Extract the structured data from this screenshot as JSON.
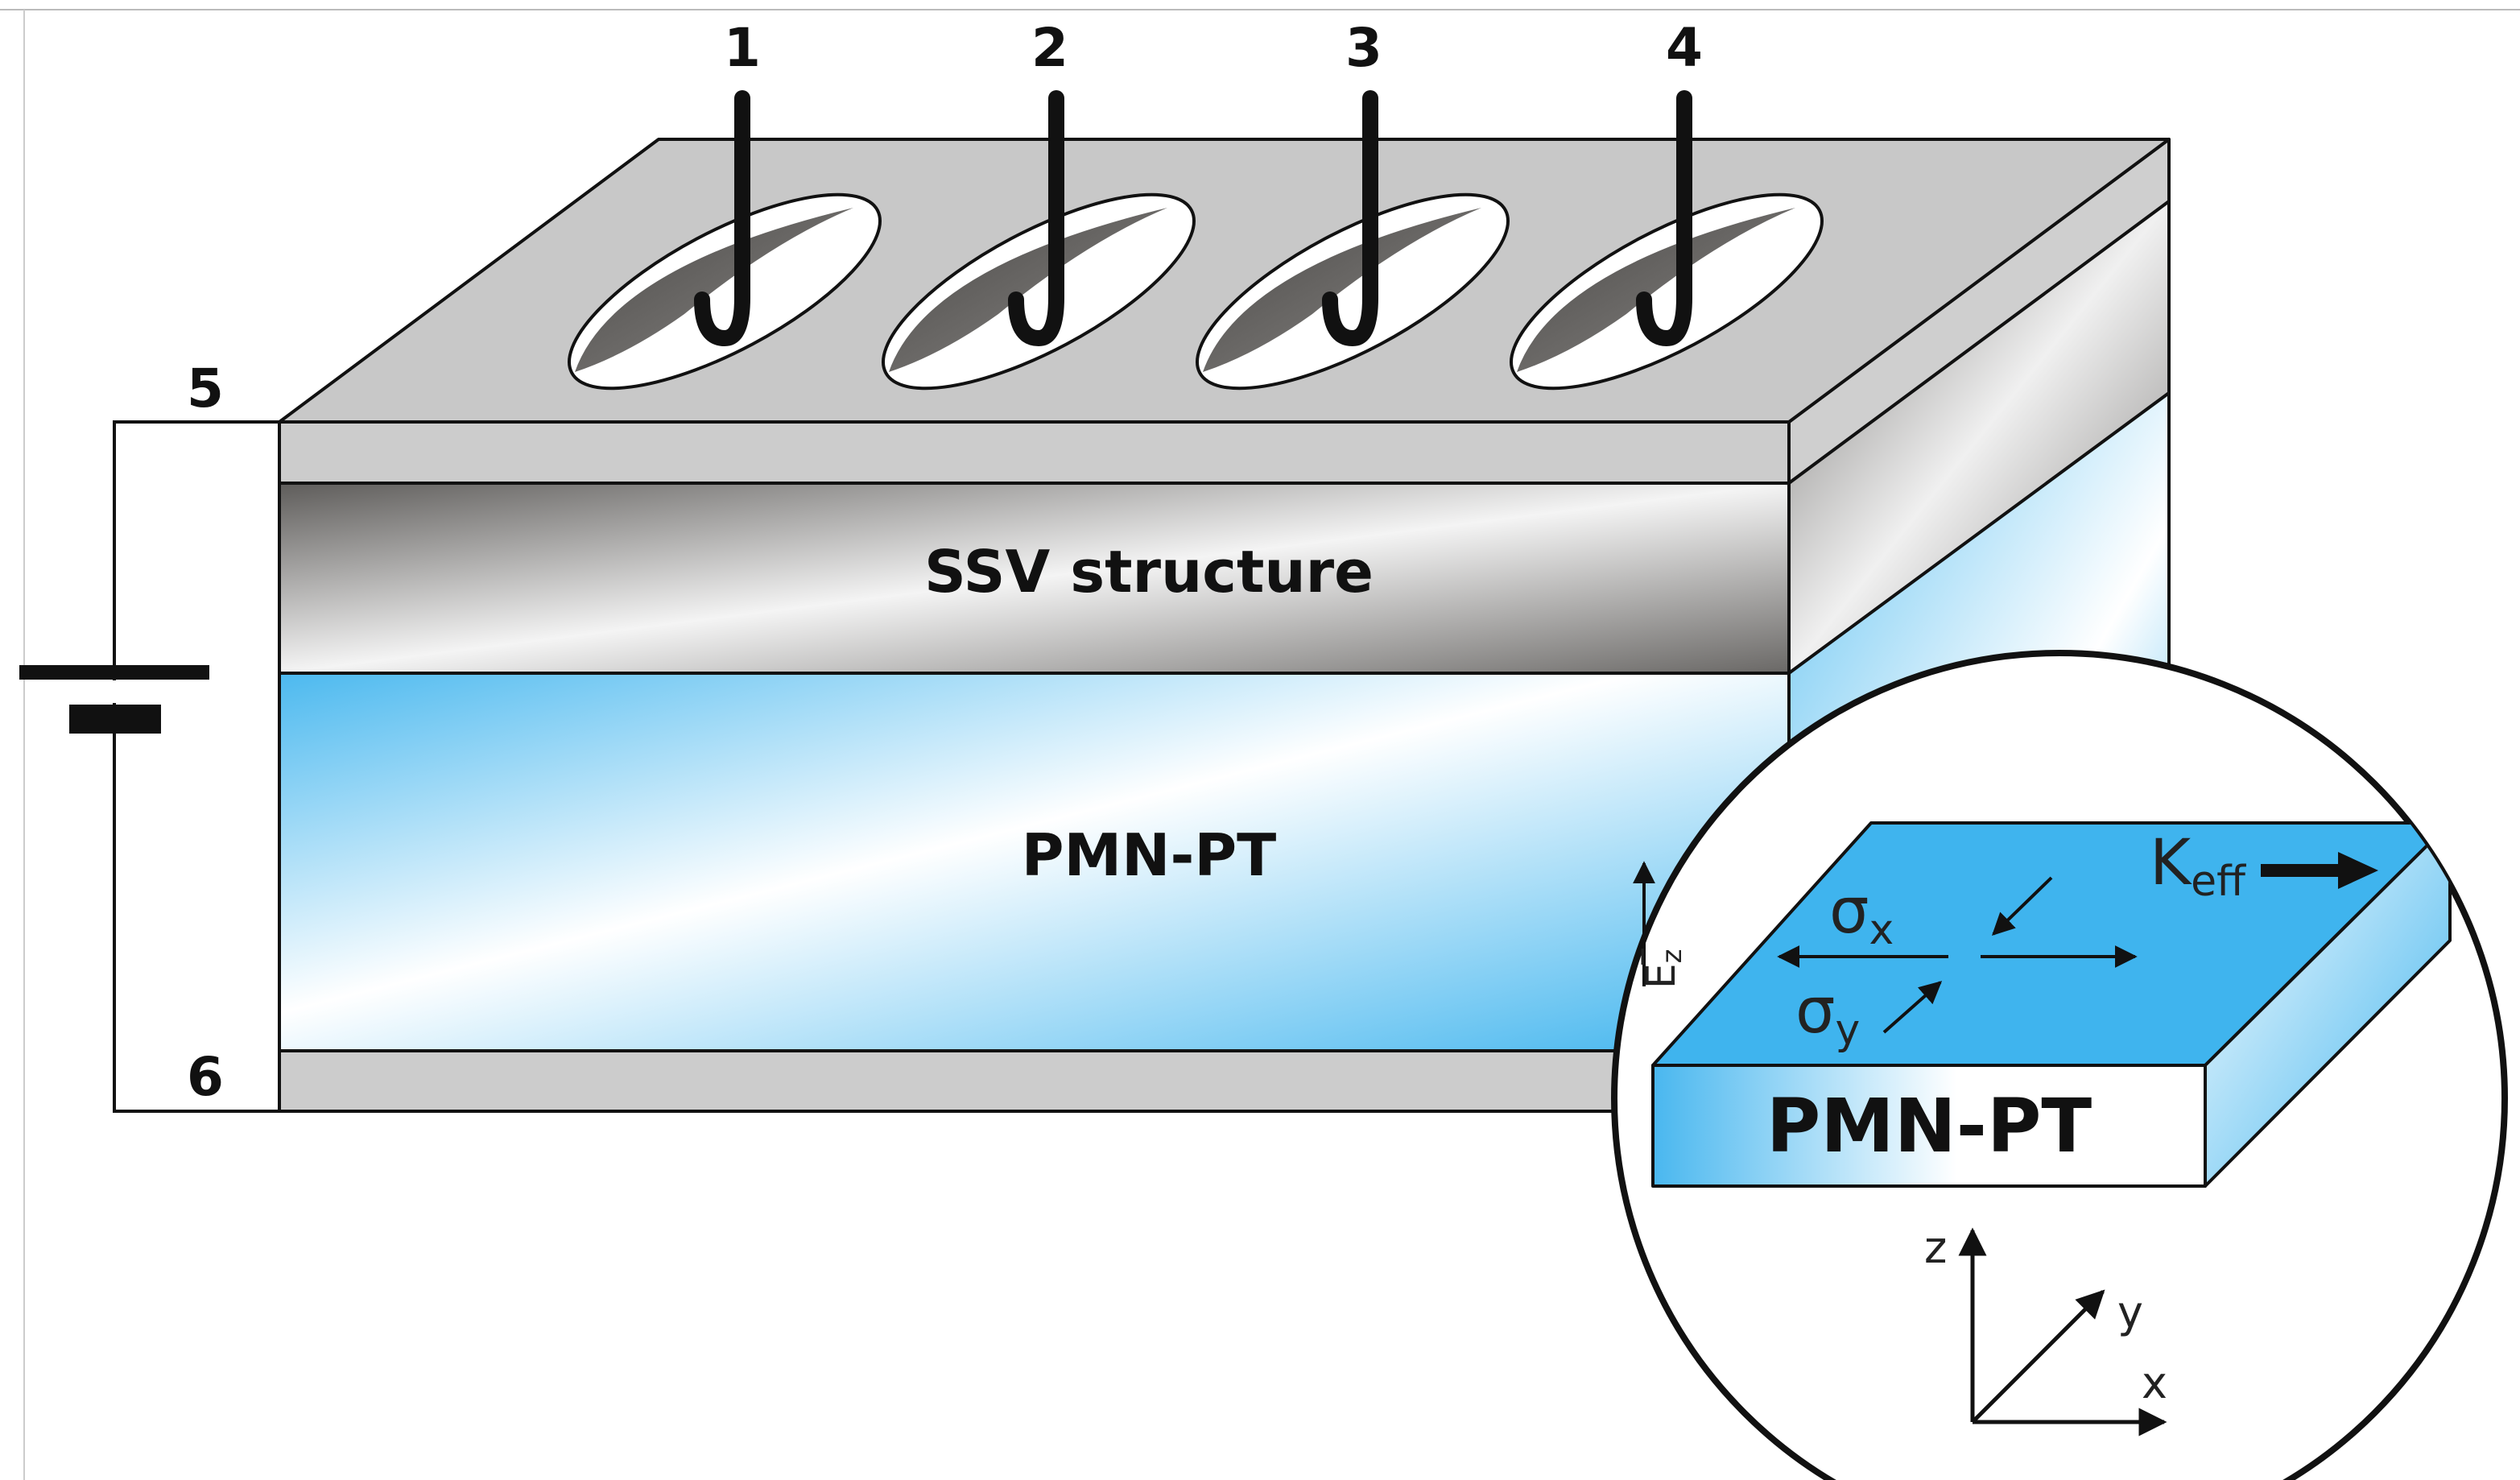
{
  "contacts": {
    "top": [
      "1",
      "2",
      "3",
      "4"
    ],
    "left_top": "5",
    "left_bottom": "6"
  },
  "layers": {
    "ssv": "SSV structure",
    "substrate": "PMN-PT"
  },
  "inset": {
    "substrate": "PMN-PT",
    "sigma_x": {
      "base": "σ",
      "sub": "x"
    },
    "sigma_y": {
      "base": "σ",
      "sub": "y"
    },
    "k_eff": {
      "base": "K",
      "sub": "eff"
    },
    "field": {
      "base": "E",
      "sub": "z"
    },
    "axes": {
      "z": "z",
      "y": "y",
      "x": "x"
    }
  },
  "colors": {
    "blue": "#3fb4ee",
    "gray_light": "#cccccc",
    "gray_dark": "#6e6c6a",
    "outline": "#111111"
  }
}
